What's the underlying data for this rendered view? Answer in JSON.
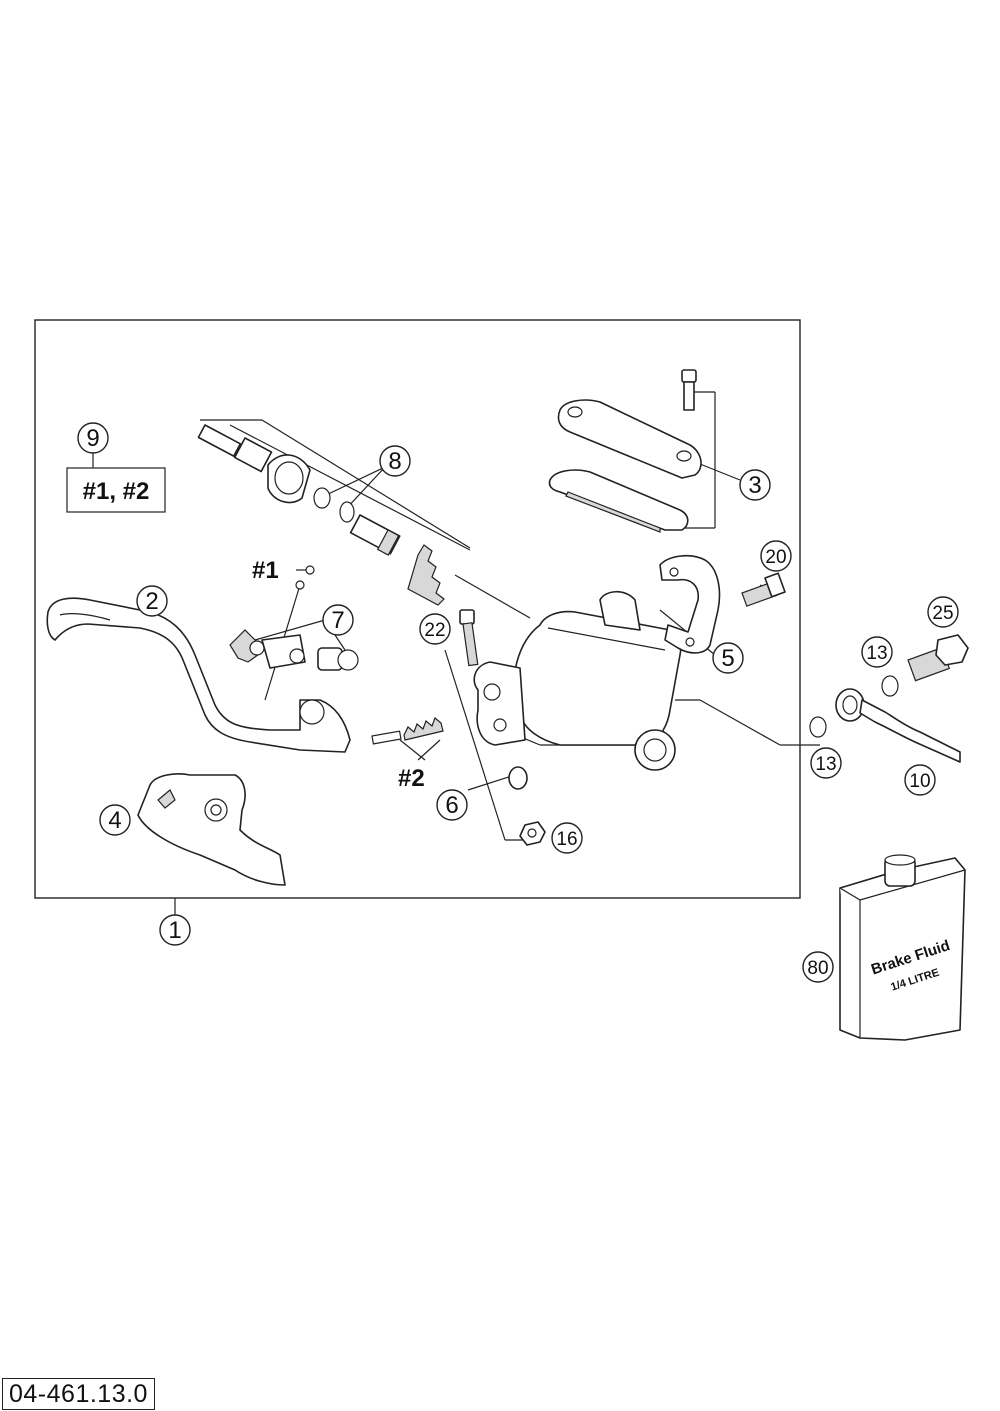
{
  "diagram": {
    "callouts": {
      "c1": "1",
      "c2": "2",
      "c3": "3",
      "c4": "4",
      "c5": "5",
      "c6": "6",
      "c7": "7",
      "c8": "8",
      "c9": "9",
      "c10": "10",
      "c13a": "13",
      "c13b": "13",
      "c16": "16",
      "c20": "20",
      "c22": "22",
      "c25": "25",
      "c80": "80"
    },
    "kit_label": "#1, #2",
    "ref1_label": "#1",
    "ref2_label": "#2",
    "bottle_label_line1": "Brake Fluid",
    "bottle_label_line2": "1/4 LITRE"
  },
  "doc_code": "04-461.13.0"
}
